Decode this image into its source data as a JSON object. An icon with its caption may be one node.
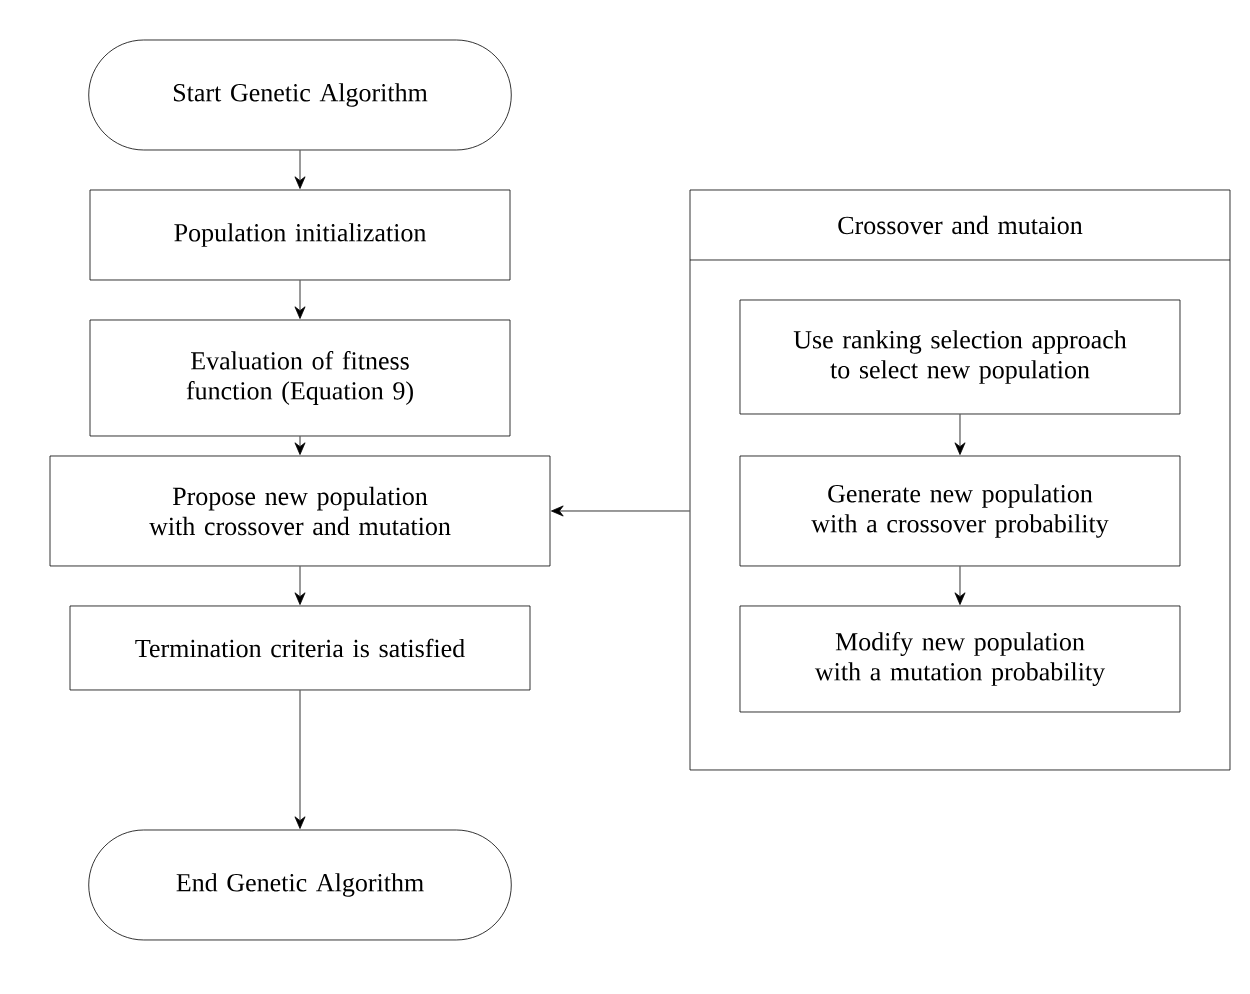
{
  "diagram": {
    "nodes": [
      {
        "text": [
          "Start Genetic Algorithm"
        ]
      },
      {
        "text": [
          "Population initialization"
        ]
      },
      {
        "text": [
          "Evaluation of fitness function (Equation 9)"
        ]
      },
      {
        "text": [
          "Propose new population with crossover and mutation"
        ]
      },
      {
        "text": [
          "Termination criteria is satisfied"
        ]
      },
      {
        "text": [
          "End Genetic Algorithm"
        ]
      },
      {
        "text": [
          "Crossover and mutaion"
        ]
      },
      {
        "text": [
          "Use ranking selection approach to select new population"
        ],
        "in": 6
      },
      {
        "text": [
          "Generate new population with a crossover probability"
        ],
        "in": 6
      },
      {
        "text": [
          "Modify new population with a mutation probability"
        ],
        "in": 6
      }
    ],
    "edges": [
      {
        "from": 0,
        "to": 1,
        "arrow": "to"
      },
      {
        "from": 1,
        "to": 2,
        "arrow": "to"
      },
      {
        "from": 2,
        "to": 3,
        "arrow": "to"
      },
      {
        "from": 3,
        "to": 4,
        "arrow": "to"
      },
      {
        "from": 4,
        "to": 5,
        "arrow": "to"
      },
      {
        "from": 7,
        "to": 8,
        "arrow": "to"
      },
      {
        "from": 8,
        "to": 9,
        "arrow": "to"
      },
      {
        "from": 6,
        "to": 3,
        "arrow": "to"
      }
    ]
  }
}
